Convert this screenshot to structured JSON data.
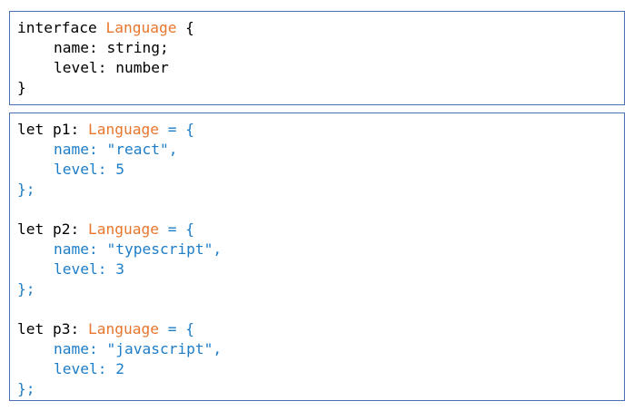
{
  "interface_block": {
    "keyword": "interface",
    "type_name": "Language",
    "open_brace": " {",
    "fields": [
      {
        "text": "name: string;"
      },
      {
        "text": "level: number"
      }
    ],
    "close_brace": "}"
  },
  "objects_block": {
    "let_keyword": "let",
    "type_name": "Language",
    "assign_open": " = {",
    "close": "};",
    "items": [
      {
        "var": "p1",
        "name_line": "name: \"react\",",
        "level_line": "level: 5"
      },
      {
        "var": "p2",
        "name_line": "name: \"typescript\",",
        "level_line": "level: 3"
      },
      {
        "var": "p3",
        "name_line": "name: \"javascript\",",
        "level_line": "level: 2"
      }
    ]
  },
  "colors": {
    "border": "#4a6fb4",
    "type_name": "#e8762d",
    "object_literal": "#1e7dc7",
    "keyword": "#000000"
  }
}
